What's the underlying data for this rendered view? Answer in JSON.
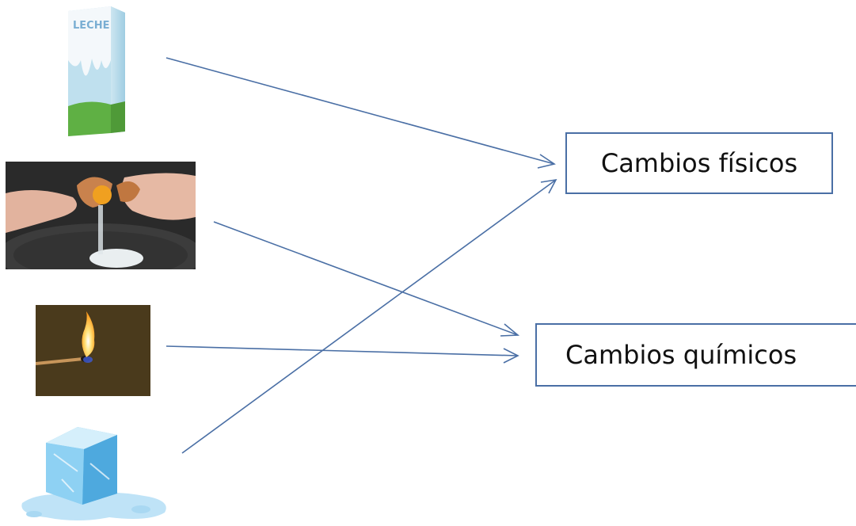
{
  "milk": {
    "brand_text": "LECHE"
  },
  "labels": {
    "physical": "Cambios físicos",
    "chemical": "Cambios químicos"
  },
  "colors": {
    "arrow": "#4a6fa5",
    "box_border": "#4a6fa5"
  }
}
